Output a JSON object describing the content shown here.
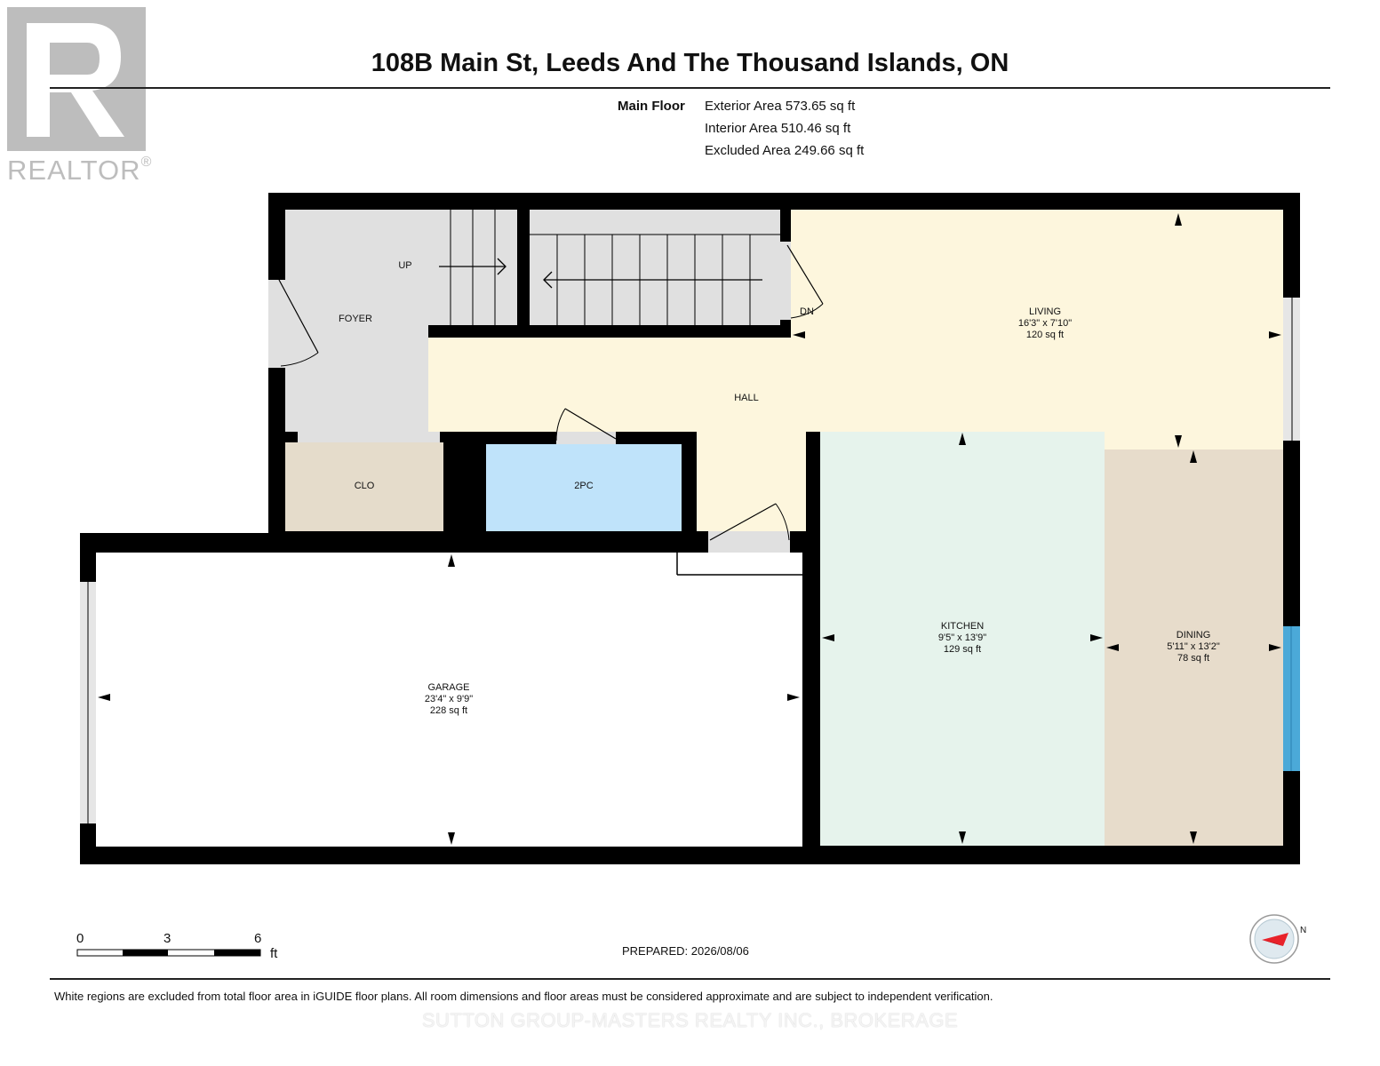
{
  "header": {
    "title": "108B Main St, Leeds And The Thousand Islands, ON",
    "logo_text": "REALTOR",
    "logo_reg": "®"
  },
  "areas": {
    "floor_label": "Main Floor",
    "exterior": "Exterior Area 573.65 sq ft",
    "interior": "Interior Area 510.46 sq ft",
    "excluded": "Excluded Area 249.66 sq ft"
  },
  "rooms": {
    "foyer": {
      "name": "FOYER"
    },
    "hall": {
      "name": "HALL"
    },
    "clo": {
      "name": "CLO"
    },
    "twopc": {
      "name": "2PC"
    },
    "living": {
      "name": "LIVING",
      "dims": "16'3\" x 7'10\"",
      "area": "120 sq ft"
    },
    "kitchen": {
      "name": "KITCHEN",
      "dims": "9'5\" x 13'9\"",
      "area": "129 sq ft"
    },
    "dining": {
      "name": "DINING",
      "dims": "5'11\" x 13'2\"",
      "area": "78 sq ft"
    },
    "garage": {
      "name": "GARAGE",
      "dims": "23'4\" x 9'9\"",
      "area": "228 sq ft"
    }
  },
  "stairs": {
    "up_label": "UP",
    "down_label": "DN"
  },
  "scale": {
    "labels": [
      "0",
      "3",
      "6"
    ],
    "unit": "ft"
  },
  "compass": {
    "north_label": "N"
  },
  "footer": {
    "prepared": "PREPARED: 2026/08/06",
    "disclaimer": "White regions are excluded from total floor area in iGUIDE floor plans. All room dimensions and floor areas must be considered approximate and are subject to independent verification.",
    "brokerage": "SUTTON GROUP-MASTERS REALTY INC., BROKERAGE"
  },
  "colors": {
    "wall": "#000000",
    "foyer": "#e0e0e0",
    "hall": "#fdf6dd",
    "living": "#fdf6dd",
    "clo": "#e5dccb",
    "twopc": "#bfe3fa",
    "kitchen": "#e6f3ec",
    "dining": "#e7dccb",
    "window_blue": "#4ba9d8",
    "stairs": "#e0e0e0"
  }
}
